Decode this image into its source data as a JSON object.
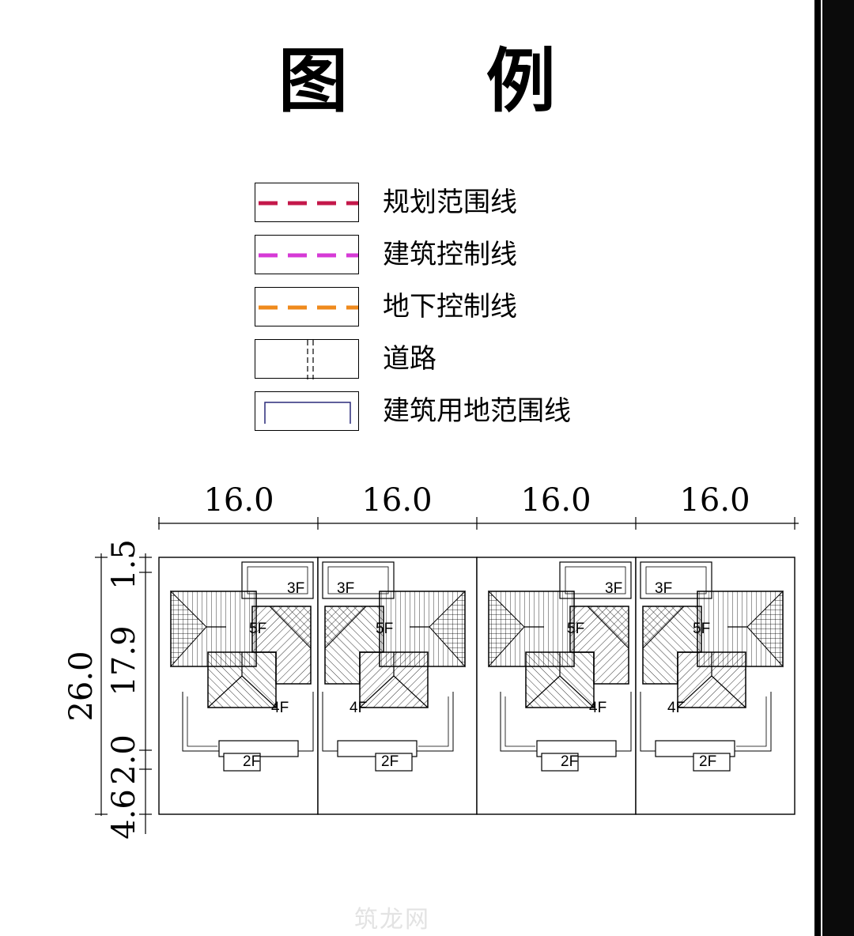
{
  "title": "图 例",
  "legend": [
    {
      "label": "规划范围线",
      "icon": "dashed-line-crimson",
      "color": "#c4184a"
    },
    {
      "label": "建筑控制线",
      "icon": "dashed-line-magenta",
      "color": "#d63ad6"
    },
    {
      "label": "地下控制线",
      "icon": "dashed-line-orange",
      "color": "#ef8a1c"
    },
    {
      "label": "道路",
      "icon": "road-centerline-icon",
      "color": "#000000"
    },
    {
      "label": "建筑用地范围线",
      "icon": "site-boundary-icon",
      "color": "#2a2a7a"
    }
  ],
  "dimensions": {
    "widths": [
      "16.0",
      "16.0",
      "16.0",
      "16.0"
    ],
    "total_height": "26.0",
    "heights": [
      "1.5",
      "17.9",
      "2.0",
      "4.6"
    ]
  },
  "floors": {
    "unit1": [
      "3F",
      "5F",
      "4F",
      "2F"
    ],
    "unit2": [
      "3F",
      "5F",
      "4F",
      "2F"
    ],
    "unit3": [
      "3F",
      "5F",
      "4F",
      "2F"
    ],
    "unit4": [
      "3F",
      "5F",
      "4F",
      "2F"
    ]
  },
  "watermark": "筑龙网"
}
